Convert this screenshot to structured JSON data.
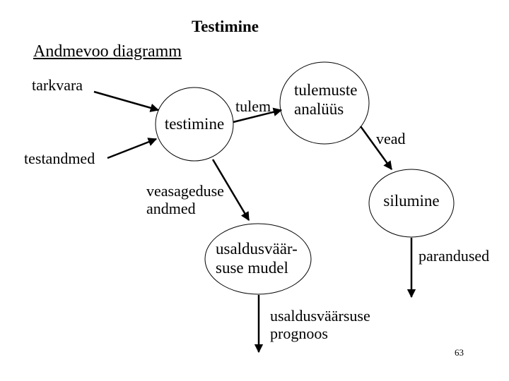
{
  "slide": {
    "title": "Testimine",
    "heading": "Andmevoo diagramm",
    "page_number": "63"
  },
  "diagram": {
    "type": "data-flow-diagram",
    "nodes": {
      "testimine": {
        "label": "testimine",
        "shape": "ellipse"
      },
      "tulemuste_analyys": {
        "label": "tulemuste\nanalüüs",
        "shape": "ellipse"
      },
      "silumine": {
        "label": "silumine",
        "shape": "ellipse"
      },
      "usaldusvaarsuse_mudel": {
        "label": "usaldusväär-\nsuse mudel",
        "shape": "ellipse"
      }
    },
    "external_labels": {
      "tarkvara": "tarkvara",
      "testandmed": "testandmed",
      "veasageduse_andmed": "veasageduse\nandmed",
      "usaldusvaarsuse_prognoos": "usaldusväärsuse\nprognoos"
    },
    "edge_labels": {
      "tulem": "tulem",
      "vead": "vead",
      "parandused": "parandused"
    },
    "edges": [
      {
        "from": "tarkvara",
        "to": "testimine",
        "label": ""
      },
      {
        "from": "testandmed",
        "to": "testimine",
        "label": ""
      },
      {
        "from": "testimine",
        "to": "tulemuste_analyys",
        "label": "tulem"
      },
      {
        "from": "tulemuste_analyys",
        "to": "silumine",
        "label": "vead"
      },
      {
        "from": "testimine",
        "to": "usaldusvaarsuse_mudel",
        "label": "veasageduse andmed"
      },
      {
        "from": "silumine",
        "to": "output",
        "label": "parandused"
      },
      {
        "from": "usaldusvaarsuse_mudel",
        "to": "output",
        "label": "usaldusväärsuse prognoos"
      }
    ]
  },
  "colors": {
    "background": "#ffffff",
    "text": "#000000",
    "stroke": "#000000",
    "node_fill": "#ffffff"
  }
}
